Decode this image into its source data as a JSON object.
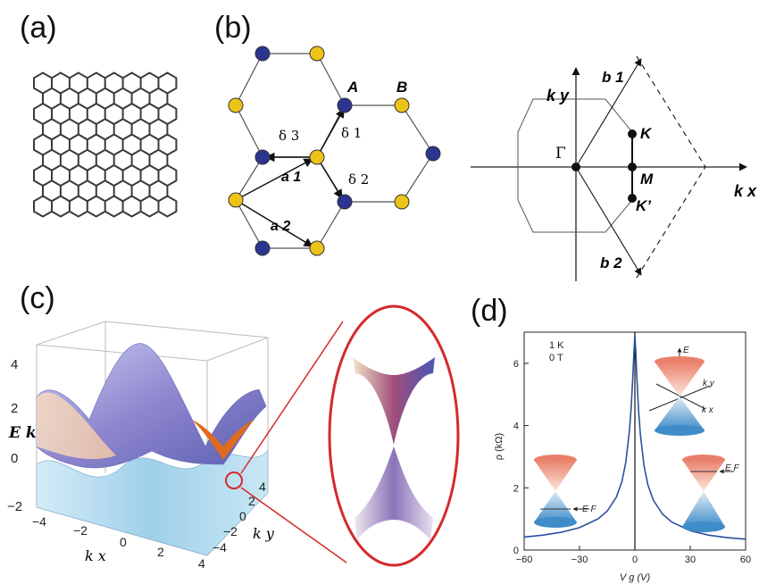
{
  "panel_labels": {
    "a": "(a)",
    "b": "(b)",
    "c": "(c)",
    "d": "(d)"
  },
  "panel_b": {
    "site_A": "A",
    "site_B": "B",
    "delta1": "δ 1",
    "delta2": "δ 2",
    "delta3": "δ 3",
    "a1": "a 1",
    "a2": "a 2",
    "colors": {
      "sublattice_A": "#ecc418",
      "sublattice_B": "#2b3590"
    }
  },
  "panel_b_reciprocal": {
    "ky": "k y",
    "kx": "k x",
    "b1": "b 1",
    "b2": "b 2",
    "gamma": "Γ",
    "K": "K",
    "M": "M",
    "Kprime": "K’"
  },
  "panel_c": {
    "zlabel": "E k",
    "xlabel": "k x",
    "ylabel": "k y",
    "z_ticks": [
      "4",
      "2",
      "0",
      "−2"
    ],
    "x_ticks": [
      "−4",
      "−2",
      "0",
      "2",
      "4"
    ],
    "y_ticks": [
      "4",
      "2",
      "0",
      "−2",
      "−4"
    ],
    "zoom_color": "#d42a2a"
  },
  "panel_d": {
    "ylabel": "ρ (kΩ)",
    "xlabel": "V g (V)",
    "conditions": [
      "1 K",
      "0 T"
    ],
    "inset_E": "E",
    "inset_ky": "k y",
    "inset_kx": "k x",
    "EF_left": "E F",
    "EF_right": "E F",
    "line_color": "#2b4fa0"
  },
  "chart_data": {
    "type": "line",
    "title": "",
    "xlabel": "V g (V)",
    "ylabel": "ρ (kΩ)",
    "xlim": [
      -60,
      60
    ],
    "ylim": [
      0,
      7
    ],
    "x_ticks": [
      -60,
      -30,
      0,
      30,
      60
    ],
    "y_ticks": [
      0,
      2,
      4,
      6
    ],
    "series": [
      {
        "x": [
          -60,
          -50,
          -40,
          -30,
          -20,
          -15,
          -10,
          -7,
          -5,
          -3,
          -2,
          -1,
          -0.5,
          0,
          0.5,
          1,
          2,
          3,
          5,
          7,
          10,
          15,
          20,
          30,
          40,
          50,
          60
        ],
        "values": [
          0.42,
          0.48,
          0.57,
          0.72,
          1.0,
          1.25,
          1.7,
          2.2,
          2.8,
          3.8,
          4.6,
          5.7,
          6.4,
          6.9,
          6.4,
          5.6,
          4.5,
          3.7,
          2.7,
          2.1,
          1.6,
          1.15,
          0.9,
          0.62,
          0.48,
          0.4,
          0.35
        ]
      }
    ]
  }
}
